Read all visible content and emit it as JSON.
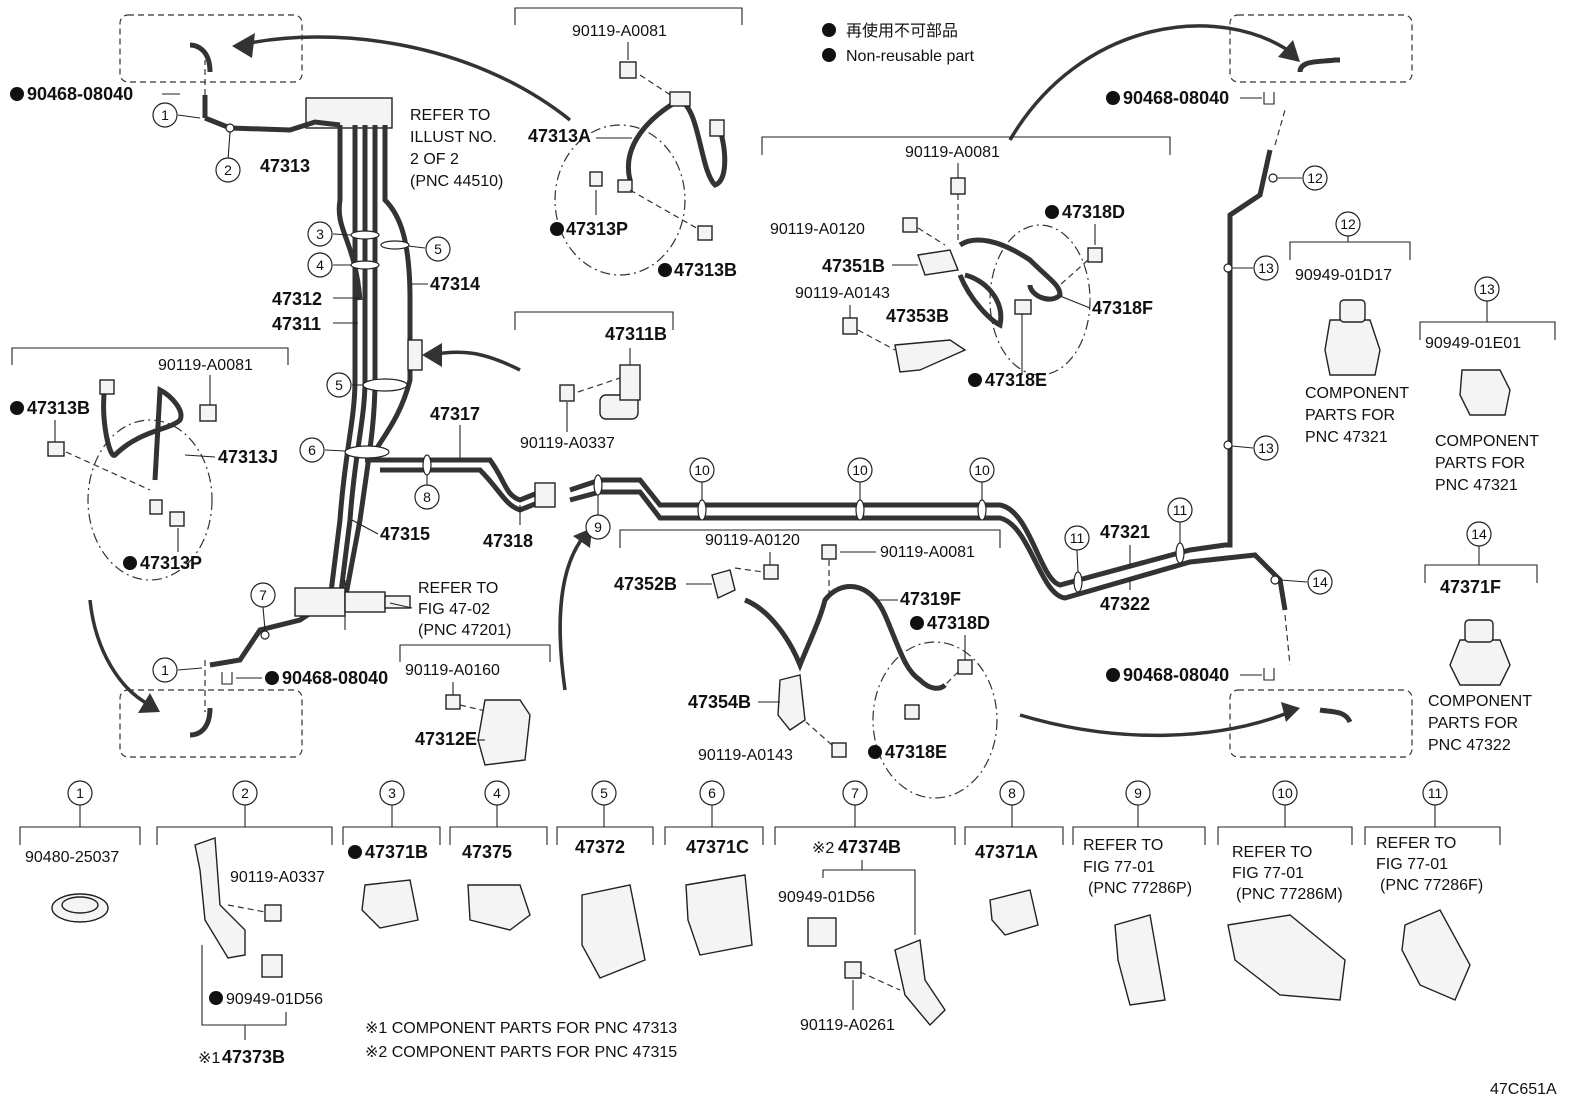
{
  "legend": {
    "jp": "再使用不可部品",
    "en": "Non-reusable part"
  },
  "figure_code": "47C651A",
  "notes": {
    "n1": "※1 COMPONENT PARTS FOR PNC 47313",
    "n2": "※2 COMPONENT PARTS FOR PNC 47315"
  },
  "refers": {
    "illust_a": "REFER TO",
    "illust_b": "ILLUST NO.",
    "illust_c": "2 OF 2",
    "illust_d": "(PNC 44510)",
    "fig4702_a": "REFER TO",
    "fig4702_b": "FIG 47-02",
    "fig4702_c": "(PNC 47201)"
  },
  "labels": {
    "p90468_tl": "90468-08040",
    "p47313": "47313",
    "p47312": "47312",
    "p47311": "47311",
    "p47314": "47314",
    "p47317": "47317",
    "p47315": "47315",
    "p47318": "47318",
    "p90468_bl": "90468-08040",
    "p90119_a0081_a": "90119-A0081",
    "p47313A": "47313A",
    "p47313P_a": "47313P",
    "p47313B_a": "47313B",
    "p47311B": "47311B",
    "p90119_a0337_a": "90119-A0337",
    "p90119_a0081_b": "90119-A0081",
    "p47313B_b": "47313B",
    "p47313J": "47313J",
    "p47313P_b": "47313P",
    "p90119_a0160": "90119-A0160",
    "p47312E": "47312E",
    "p90119_a0081_c": "90119-A0081",
    "p90119_a0120_a": "90119-A0120",
    "p47318D_a": "47318D",
    "p47351B": "47351B",
    "p90119_a0143_a": "90119-A0143",
    "p47353B": "47353B",
    "p47318F": "47318F",
    "p47318E_a": "47318E",
    "p90119_a0120_b": "90119-A0120",
    "p90119_a0081_d": "90119-A0081",
    "p47352B": "47352B",
    "p47319F": "47319F",
    "p47318D_b": "47318D",
    "p47354B": "47354B",
    "p90119_a0143_b": "90119-A0143",
    "p47318E_b": "47318E",
    "p47321": "47321",
    "p47322": "47322",
    "p90468_tr": "90468-08040",
    "p90468_br": "90468-08040"
  },
  "callouts": [
    "1",
    "2",
    "3",
    "4",
    "5",
    "5",
    "6",
    "7",
    "8",
    "9",
    "10",
    "10",
    "10",
    "11",
    "11",
    "12",
    "13",
    "13",
    "14",
    "1"
  ],
  "right_parts": {
    "p12": {
      "num": "12",
      "pn": "90949-01D17",
      "c1": "COMPONENT",
      "c2": "PARTS FOR",
      "c3": "PNC 47321"
    },
    "p13": {
      "num": "13",
      "pn": "90949-01E01",
      "c1": "COMPONENT",
      "c2": "PARTS FOR",
      "c3": "PNC 47321"
    },
    "p14": {
      "num": "14",
      "pn": "47371F",
      "c1": "COMPONENT",
      "c2": "PARTS FOR",
      "c3": "PNC 47322"
    }
  },
  "bottom_row": [
    {
      "num": "1",
      "pn": "90480-25037"
    },
    {
      "num": "2",
      "pn_a": "90119-A0337",
      "pn_b": "90949-01D56",
      "pn_c": "47373B",
      "mark": "※1"
    },
    {
      "num": "3",
      "pn": "47371B"
    },
    {
      "num": "4",
      "pn": "47375"
    },
    {
      "num": "5",
      "pn": "47372"
    },
    {
      "num": "6",
      "pn": "47371C"
    },
    {
      "num": "7",
      "pn": "47374B",
      "mark": "※2",
      "pn_a": "90949-01D56",
      "pn_b": "90119-A0261"
    },
    {
      "num": "8",
      "pn": "47371A"
    },
    {
      "num": "9",
      "r1": "REFER TO",
      "r2": "FIG 77-01",
      "r3": "(PNC 77286P)"
    },
    {
      "num": "10",
      "r1": "REFER TO",
      "r2": "FIG 77-01",
      "r3": "(PNC 77286M)"
    },
    {
      "num": "11",
      "r1": "REFER TO",
      "r2": "FIG 77-01",
      "r3": "(PNC 77286F)"
    }
  ]
}
